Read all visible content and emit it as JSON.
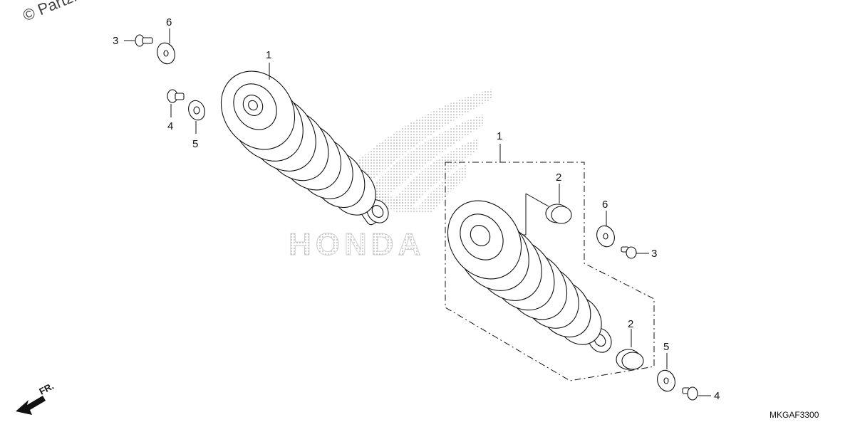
{
  "watermark": "© Partzilla",
  "brand_text": "HONDA",
  "diagram_code": "MKGAF3300",
  "direction_label": "FR.",
  "callouts": {
    "left_shock": "1",
    "left_bolt": "3",
    "left_washer_top": "6",
    "left_nut": "4",
    "left_washer_bottom": "5",
    "right_shock": "1",
    "right_bushing_top": "2",
    "right_bushing_bottom": "2",
    "right_washer_top": "6",
    "right_bolt": "3",
    "right_washer_bottom": "5",
    "right_nut": "4"
  }
}
